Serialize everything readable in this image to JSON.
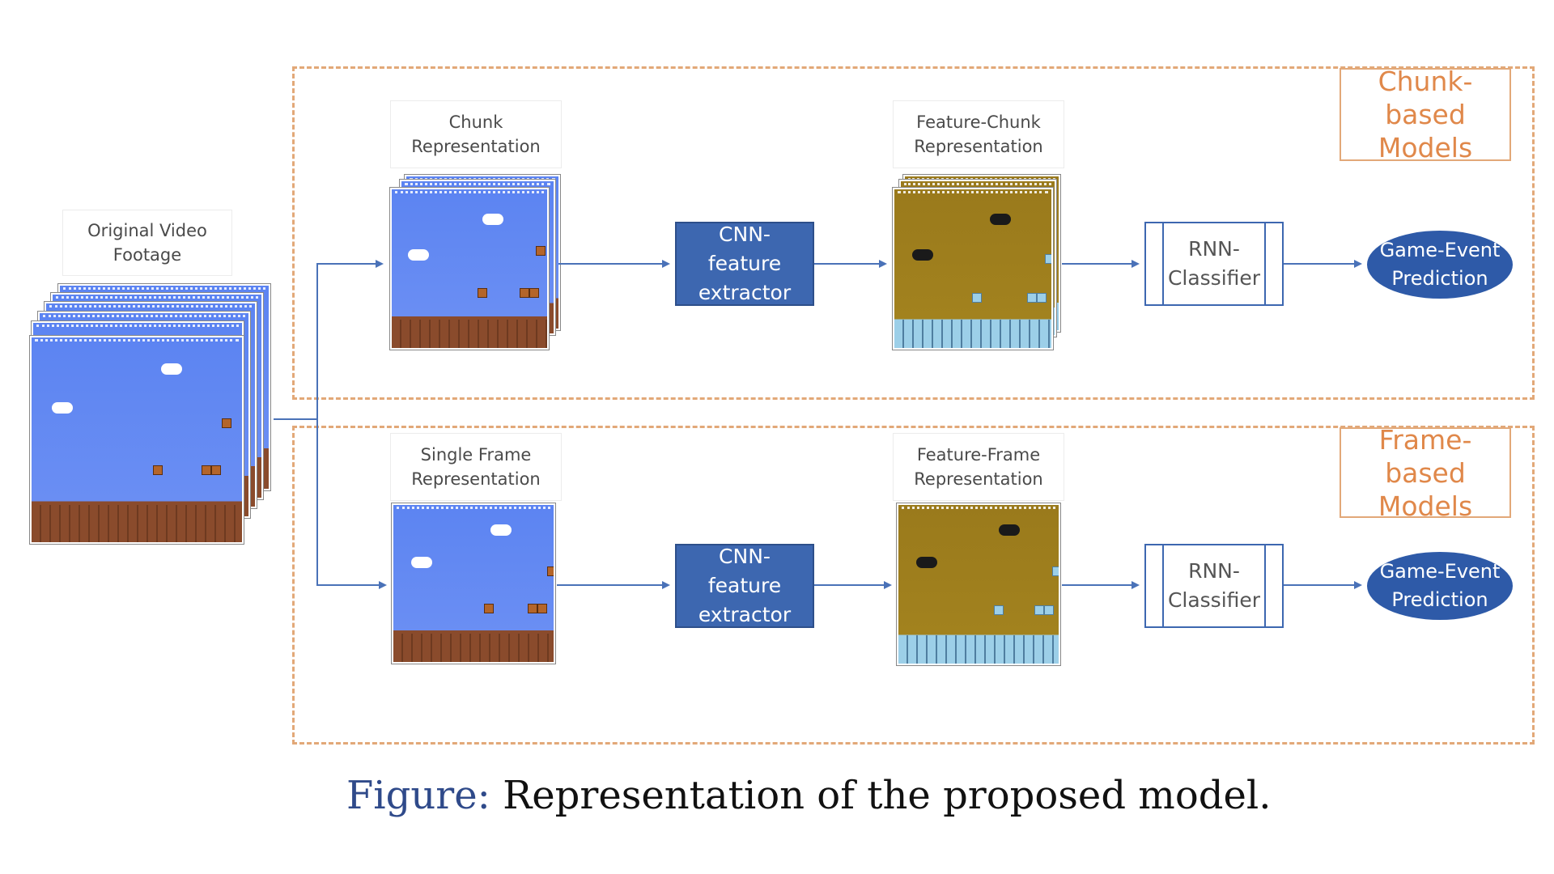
{
  "input": {
    "label": "Original Video\nFootage"
  },
  "chunk_branch": {
    "region_label": "Chunk-based\nModels",
    "representation": "Chunk\nRepresentation",
    "cnn": "CNN-\nfeature\nextractor",
    "feature_representation": "Feature-Chunk\nRepresentation",
    "rnn": "RNN-\nClassifier",
    "output": "Game-Event\nPrediction"
  },
  "frame_branch": {
    "region_label": "Frame-based\nModels",
    "representation": "Single Frame\nRepresentation",
    "cnn": "CNN-\nfeature\nextractor",
    "feature_representation": "Feature-Frame\nRepresentation",
    "rnn": "RNN-\nClassifier",
    "output": "Game-Event\nPrediction"
  },
  "caption": {
    "prefix": "Figure:",
    "text": "Representation of the proposed model."
  },
  "colors": {
    "region_border": "#e2a878",
    "region_text": "#e0884a",
    "block_blue": "#3d67b0",
    "sky_blue": "#5c84f2",
    "feature_gold": "#9a7a1c"
  }
}
